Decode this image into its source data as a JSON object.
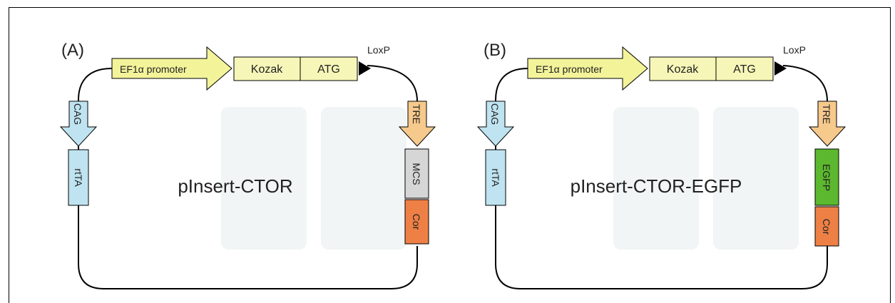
{
  "colors": {
    "promoter_fill": "#f3f39a",
    "kozak_fill": "#f6f6b8",
    "cag_fill": "#bfe3f0",
    "rtta_fill": "#bfe3f0",
    "tre_fill": "#f6c98c",
    "mcs_fill": "#d6d6d6",
    "egfp_fill": "#5cb82e",
    "cor_fill": "#ee8046",
    "line": "#000000",
    "watermark": "#eef3f4"
  },
  "panel_a": {
    "letter": "(A)",
    "promoter": "EF1α promoter",
    "kozak": "Kozak",
    "atg": "ATG",
    "loxp": "LoxP",
    "cag": "CAG",
    "rtta": "rtTA",
    "tre": "TRE",
    "insert": "MCS",
    "cor": "Cor",
    "title": "pInsert-CTOR"
  },
  "panel_b": {
    "letter": "(B)",
    "promoter": "EF1α promoter",
    "kozak": "Kozak",
    "atg": "ATG",
    "loxp": "LoxP",
    "cag": "CAG",
    "rtta": "rtTA",
    "tre": "TRE",
    "insert": "EGFP",
    "cor": "Cor",
    "title": "pInsert-CTOR-EGFP"
  }
}
